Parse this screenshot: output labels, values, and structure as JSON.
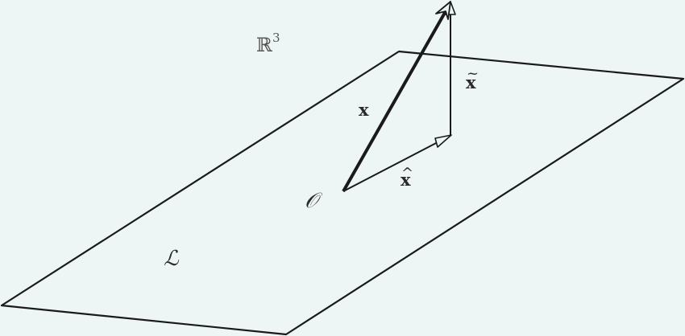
{
  "labels": {
    "space": "ℝ",
    "space_exponent": "3",
    "subspace": "ℒ",
    "origin": "𝒪",
    "vector": "x",
    "projection": "x",
    "projection_accent": "^",
    "residual": "x",
    "residual_accent": "~"
  },
  "colors": {
    "background": "#eef6f5",
    "stroke": "#1a1a1a",
    "arrowhead_fill": "#eef6f5"
  }
}
